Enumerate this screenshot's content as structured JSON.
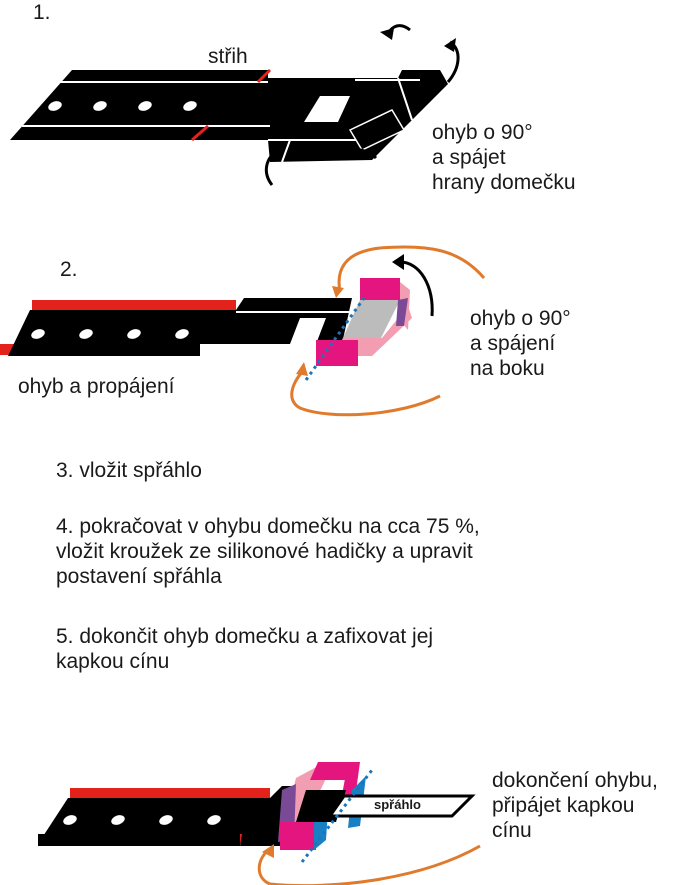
{
  "colors": {
    "strip": "#000000",
    "red": "#e3231b",
    "magenta": "#e5157f",
    "pink": "#f29db1",
    "gray": "#bcbcbc",
    "blue": "#1a80c4",
    "dotted": "#1b75bb",
    "orange": "#e07a2c",
    "purple": "#7b4a96"
  },
  "step1": {
    "number": "1.",
    "cut_label": "střih",
    "note_lines": [
      "ohyb o 90°",
      "a spájet",
      "hrany domečku"
    ]
  },
  "step2": {
    "number": "2.",
    "left_label": "ohyb a propájení",
    "note_lines": [
      "ohyb o 90°",
      "a spájení",
      "na boku"
    ]
  },
  "steps": {
    "s3": [
      "3. vložit spřáhlo"
    ],
    "s4": [
      "4. pokračovat v ohybu domečku na cca 75 %,",
      "vložit kroužek ze silikonové hadičky a upravit",
      "postavení spřáhla"
    ],
    "s5": [
      "5. dokončit ohyb domečku a zafixovat jej",
      "kapkou cínu"
    ]
  },
  "final": {
    "coupler_label": "spřáhlo",
    "note_lines": [
      "dokončení ohybu,",
      "připájet kapkou",
      "cínu"
    ]
  }
}
